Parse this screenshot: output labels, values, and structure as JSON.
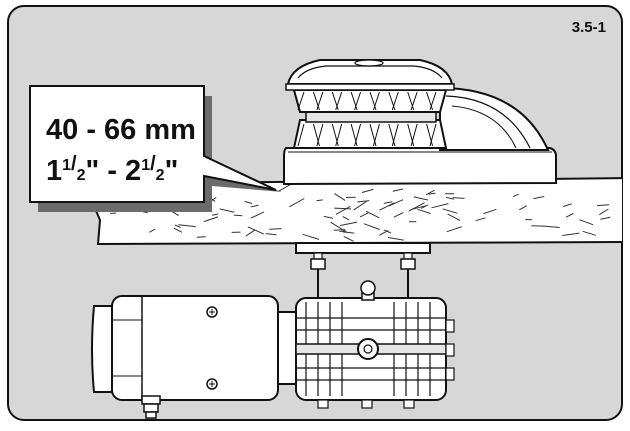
{
  "figure": {
    "number": "3.5-1"
  },
  "callout": {
    "metric": "40 - 66 mm",
    "imperial": {
      "a_whole": "1",
      "a_num": "1",
      "a_den": "2",
      "a_unit": "\"",
      "sep": " - ",
      "b_whole": "2",
      "b_num": "1",
      "b_den": "2",
      "b_unit": "\""
    }
  },
  "colors": {
    "panel_bg": "#d7d7d7",
    "deck_fill": "#ffffff",
    "callout_fill": "#ffffff",
    "shadow": "#6b6b6b",
    "outline": "#111111",
    "part_fill": "#ffffff",
    "part_shade": "#cfcfcf"
  }
}
